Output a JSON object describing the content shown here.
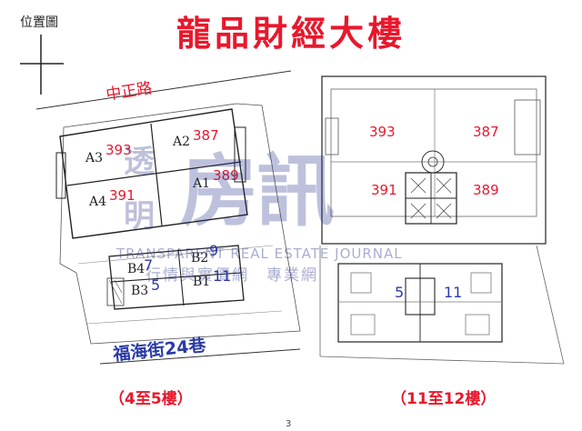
{
  "title": "龍品財經大樓",
  "compass": {
    "label": "位置圖"
  },
  "roads": {
    "top": "中正路",
    "bottom": "福海街24巷"
  },
  "site_plan": {
    "units": [
      {
        "code": "A3",
        "number": "393"
      },
      {
        "code": "A2",
        "number": "387"
      },
      {
        "code": "A4",
        "number": "391"
      },
      {
        "code": "A1",
        "number": "389"
      },
      {
        "code": "B4",
        "number": "7"
      },
      {
        "code": "B2",
        "number": "9"
      },
      {
        "code": "B3",
        "number": "5"
      },
      {
        "code": "B1",
        "number": "11"
      }
    ],
    "floors_label": "（4至5樓）"
  },
  "floor_plan": {
    "numbers": [
      "393",
      "387",
      "391",
      "389",
      "5",
      "11"
    ],
    "floors_label": "（11至12樓）"
  },
  "watermark": {
    "vertical": [
      "透",
      "明"
    ],
    "big": "房訊",
    "english": "TRANSPARENT REAL ESTATE JOURNAL",
    "chinese": "行情與實價網　專業網"
  },
  "page_number": "3",
  "colors": {
    "title": "#e8182c",
    "road_bottom": "#2a3aa8",
    "number_red": "#e8182c",
    "number_blue": "#2a3aa8"
  }
}
